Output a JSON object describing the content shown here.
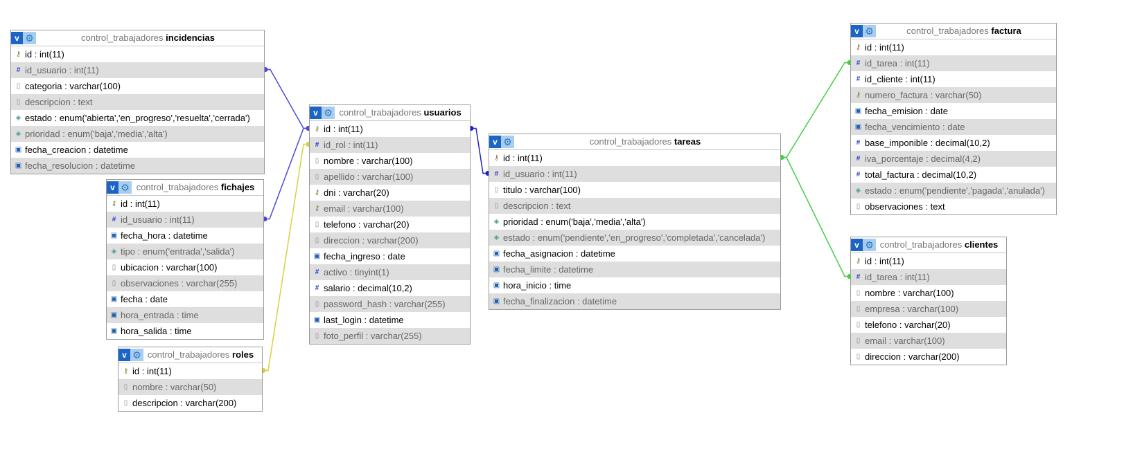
{
  "tables": [
    {
      "db": "control_trabajadores",
      "name": "incidencias",
      "columns": [
        {
          "icon": "key-icon",
          "text": "id : int(11)"
        },
        {
          "icon": "number-icon",
          "text": "id_usuario : int(11)"
        },
        {
          "icon": "text-icon",
          "text": "categoria : varchar(100)"
        },
        {
          "icon": "text-icon",
          "text": "descripcion : text"
        },
        {
          "icon": "enum-icon",
          "text": "estado : enum('abierta','en_progreso','resuelta','cerrada')"
        },
        {
          "icon": "enum-icon",
          "text": "prioridad : enum('baja','media','alta')"
        },
        {
          "icon": "date-icon",
          "text": "fecha_creacion : datetime"
        },
        {
          "icon": "date-icon",
          "text": "fecha_resolucion : datetime"
        }
      ]
    },
    {
      "db": "control_trabajadores",
      "name": "fichajes",
      "columns": [
        {
          "icon": "key-icon",
          "text": "id : int(11)"
        },
        {
          "icon": "number-icon",
          "text": "id_usuario : int(11)"
        },
        {
          "icon": "date-icon",
          "text": "fecha_hora : datetime"
        },
        {
          "icon": "enum-icon",
          "text": "tipo : enum('entrada','salida')"
        },
        {
          "icon": "text-icon",
          "text": "ubicacion : varchar(100)"
        },
        {
          "icon": "text-icon",
          "text": "observaciones : varchar(255)"
        },
        {
          "icon": "date-icon",
          "text": "fecha : date"
        },
        {
          "icon": "date-icon",
          "text": "hora_entrada : time"
        },
        {
          "icon": "date-icon",
          "text": "hora_salida : time"
        }
      ]
    },
    {
      "db": "control_trabajadores",
      "name": "roles",
      "columns": [
        {
          "icon": "key-icon",
          "text": "id : int(11)"
        },
        {
          "icon": "text-icon",
          "text": "nombre : varchar(50)"
        },
        {
          "icon": "text-icon",
          "text": "descripcion : varchar(200)"
        }
      ]
    },
    {
      "db": "control_trabajadores",
      "name": "usuarios",
      "columns": [
        {
          "icon": "key-icon",
          "text": "id : int(11)"
        },
        {
          "icon": "number-icon",
          "text": "id_rol : int(11)"
        },
        {
          "icon": "text-icon",
          "text": "nombre : varchar(100)"
        },
        {
          "icon": "text-icon",
          "text": "apellido : varchar(100)"
        },
        {
          "icon": "key-icon",
          "text": "dni : varchar(20)"
        },
        {
          "icon": "key-icon",
          "text": "email : varchar(100)"
        },
        {
          "icon": "text-icon",
          "text": "telefono : varchar(20)"
        },
        {
          "icon": "text-icon",
          "text": "direccion : varchar(200)"
        },
        {
          "icon": "date-icon",
          "text": "fecha_ingreso : date"
        },
        {
          "icon": "number-icon",
          "text": "activo : tinyint(1)"
        },
        {
          "icon": "number-icon",
          "text": "salario : decimal(10,2)"
        },
        {
          "icon": "text-icon",
          "text": "password_hash : varchar(255)"
        },
        {
          "icon": "date-icon",
          "text": "last_login : datetime"
        },
        {
          "icon": "text-icon",
          "text": "foto_perfil : varchar(255)"
        }
      ]
    },
    {
      "db": "control_trabajadores",
      "name": "tareas",
      "columns": [
        {
          "icon": "key-icon",
          "text": "id : int(11)"
        },
        {
          "icon": "number-icon",
          "text": "id_usuario : int(11)"
        },
        {
          "icon": "text-icon",
          "text": "titulo : varchar(100)"
        },
        {
          "icon": "text-icon",
          "text": "descripcion : text"
        },
        {
          "icon": "enum-icon",
          "text": "prioridad : enum('baja','media','alta')"
        },
        {
          "icon": "enum-icon",
          "text": "estado : enum('pendiente','en_progreso','completada','cancelada')"
        },
        {
          "icon": "date-icon",
          "text": "fecha_asignacion : datetime"
        },
        {
          "icon": "date-icon",
          "text": "fecha_limite : datetime"
        },
        {
          "icon": "date-icon",
          "text": "hora_inicio : time"
        },
        {
          "icon": "date-icon",
          "text": "fecha_finalizacion : datetime"
        }
      ]
    },
    {
      "db": "control_trabajadores",
      "name": "factura",
      "columns": [
        {
          "icon": "key-icon",
          "text": "id : int(11)"
        },
        {
          "icon": "number-icon",
          "text": "id_tarea : int(11)"
        },
        {
          "icon": "number-icon",
          "text": "id_cliente : int(11)"
        },
        {
          "icon": "key-icon",
          "text": "numero_factura : varchar(50)"
        },
        {
          "icon": "date-icon",
          "text": "fecha_emision : date"
        },
        {
          "icon": "date-icon",
          "text": "fecha_vencimiento : date"
        },
        {
          "icon": "number-icon",
          "text": "base_imponible : decimal(10,2)"
        },
        {
          "icon": "number-icon",
          "text": "iva_porcentaje : decimal(4,2)"
        },
        {
          "icon": "number-icon",
          "text": "total_factura : decimal(10,2)"
        },
        {
          "icon": "enum-icon",
          "text": "estado : enum('pendiente','pagada','anulada')"
        },
        {
          "icon": "text-icon",
          "text": "observaciones : text"
        }
      ]
    },
    {
      "db": "control_trabajadores",
      "name": "clientes",
      "columns": [
        {
          "icon": "key-icon",
          "text": "id : int(11)"
        },
        {
          "icon": "number-icon",
          "text": "id_tarea : int(11)"
        },
        {
          "icon": "text-icon",
          "text": "nombre : varchar(100)"
        },
        {
          "icon": "text-icon",
          "text": "empresa : varchar(100)"
        },
        {
          "icon": "text-icon",
          "text": "telefono : varchar(20)"
        },
        {
          "icon": "text-icon",
          "text": "email : varchar(100)"
        },
        {
          "icon": "text-icon",
          "text": "direccion : varchar(200)"
        }
      ]
    }
  ],
  "relations": [
    {
      "from_table": "incidencias",
      "from_column": "id_usuario",
      "to_table": "usuarios",
      "to_column": "id",
      "color": "#4a4ad8"
    },
    {
      "from_table": "fichajes",
      "from_column": "id_usuario",
      "to_table": "usuarios",
      "to_column": "id",
      "color": "#4a4ad8"
    },
    {
      "from_table": "usuarios",
      "from_column": "id_rol",
      "to_table": "roles",
      "to_column": "id",
      "color": "#d8d040"
    },
    {
      "from_table": "tareas",
      "from_column": "id_usuario",
      "to_table": "usuarios",
      "to_column": "id",
      "color": "#2020c8"
    },
    {
      "from_table": "factura",
      "from_column": "id_tarea",
      "to_table": "tareas",
      "to_column": "id",
      "color": "#40d040"
    },
    {
      "from_table": "clientes",
      "from_column": "id_tarea",
      "to_table": "tareas",
      "to_column": "id",
      "color": "#40d040"
    }
  ],
  "colors": {
    "header_button": "#1c65c6",
    "gear_button": "#a8cdee",
    "alt_row": "#dedede",
    "border": "#9a9a9a"
  }
}
